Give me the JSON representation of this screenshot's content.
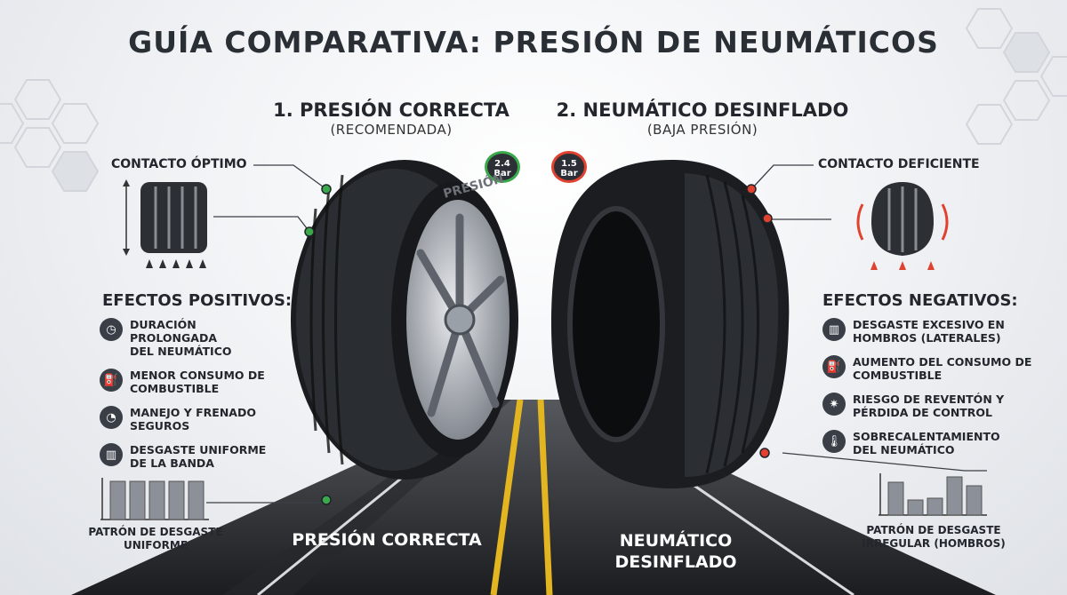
{
  "title": "GUÍA COMPARATIVA: PRESIÓN DE NEUMÁTICOS",
  "left": {
    "heading": "1. PRESIÓN CORRECTA",
    "subheading": "(RECOMENDADA)",
    "contact_label": "CONTACTO ÓPTIMO",
    "gauge": {
      "value": "2.4",
      "unit": "Bar"
    },
    "effects_heading": "EFECTOS POSITIVOS:",
    "effects": [
      {
        "icon": "clock-icon",
        "text": "DURACIÓN PROLONGADA\nDEL NEUMÁTICO"
      },
      {
        "icon": "fuel-pump-icon",
        "text": "MENOR CONSUMO DE\nCOMBUSTIBLE"
      },
      {
        "icon": "speedometer-icon",
        "text": "MANEJO Y FRENADO\nSEGUROS"
      },
      {
        "icon": "tread-icon",
        "text": "DESGASTE UNIFORME\nDE LA BANDA"
      }
    ],
    "pattern_caption": "PATRÓN DE DESGASTE\nUNIFORME",
    "road_label": "PRESIÓN CORRECTA",
    "sidewall_text": "PRESIÓN",
    "accent": "#3aa94a"
  },
  "right": {
    "heading": "2. NEUMÁTICO DESINFLADO",
    "subheading": "(BAJA PRESIÓN)",
    "contact_label": "CONTACTO DEFICIENTE",
    "gauge": {
      "value": "1.5",
      "unit": "Bar"
    },
    "effects_heading": "EFECTOS NEGATIVOS:",
    "effects": [
      {
        "icon": "tread-icon",
        "text": "DESGASTE EXCESIVO EN\nHOMBROS (LATERALES)"
      },
      {
        "icon": "fuel-pump-icon",
        "text": "AUMENTO DEL CONSUMO DE\nCOMBUSTIBLE"
      },
      {
        "icon": "blowout-icon",
        "text": "RIESGO DE REVENTÓN Y\nPÉRDIDA DE CONTROL"
      },
      {
        "icon": "thermometer-icon",
        "text": "SOBRECALENTAMIENTO\nDEL NEUMÁTICO"
      }
    ],
    "pattern_caption": "PATRÓN DE DESGASTE\nIRREGULAR (HOMBROS)",
    "road_label": "NEUMÁTICO\nDESINFLADO",
    "accent": "#e0422f"
  }
}
